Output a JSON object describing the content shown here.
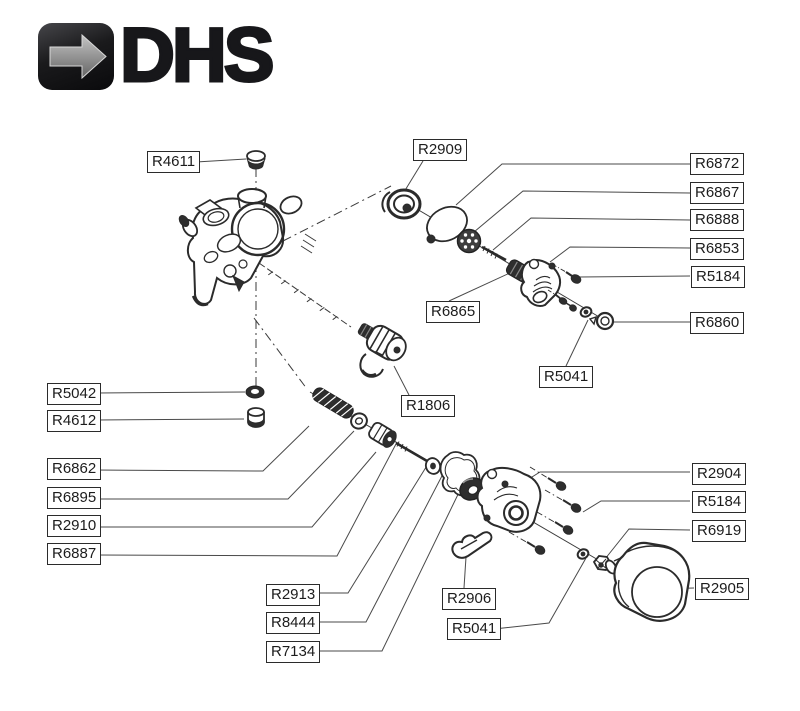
{
  "logo": {
    "text": "DHS",
    "arrow_icon": "right-arrow",
    "tile_color": "#1a1a1c",
    "arrow_color": "#8f8f8f"
  },
  "diagram": {
    "type": "exploded-parts-diagram",
    "ink_color": "#2b2b2b",
    "background_color": "#ffffff",
    "labels": [
      {
        "id": "R4611",
        "text": "R4611"
      },
      {
        "id": "R2909",
        "text": "R2909"
      },
      {
        "id": "R6872",
        "text": "R6872"
      },
      {
        "id": "R6867",
        "text": "R6867"
      },
      {
        "id": "R6888",
        "text": "R6888"
      },
      {
        "id": "R6853",
        "text": "R6853"
      },
      {
        "id": "R5184",
        "text": "R5184"
      },
      {
        "id": "R6860",
        "text": "R6860"
      },
      {
        "id": "R6865",
        "text": "R6865"
      },
      {
        "id": "R5041",
        "text": "R5041"
      },
      {
        "id": "R1806",
        "text": "R1806"
      },
      {
        "id": "R5042",
        "text": "R5042"
      },
      {
        "id": "R4612",
        "text": "R4612"
      },
      {
        "id": "R6862",
        "text": "R6862"
      },
      {
        "id": "R6895",
        "text": "R6895"
      },
      {
        "id": "R2910",
        "text": "R2910"
      },
      {
        "id": "R6887",
        "text": "R6887"
      },
      {
        "id": "R2913",
        "text": "R2913"
      },
      {
        "id": "R8444",
        "text": "R8444"
      },
      {
        "id": "R7134",
        "text": "R7134"
      },
      {
        "id": "R2906",
        "text": "R2906"
      },
      {
        "id": "R5041b",
        "text": "R5041"
      },
      {
        "id": "R2904",
        "text": "R2904"
      },
      {
        "id": "R5184b",
        "text": "R5184"
      },
      {
        "id": "R6919",
        "text": "R6919"
      },
      {
        "id": "R2905",
        "text": "R2905"
      }
    ]
  }
}
